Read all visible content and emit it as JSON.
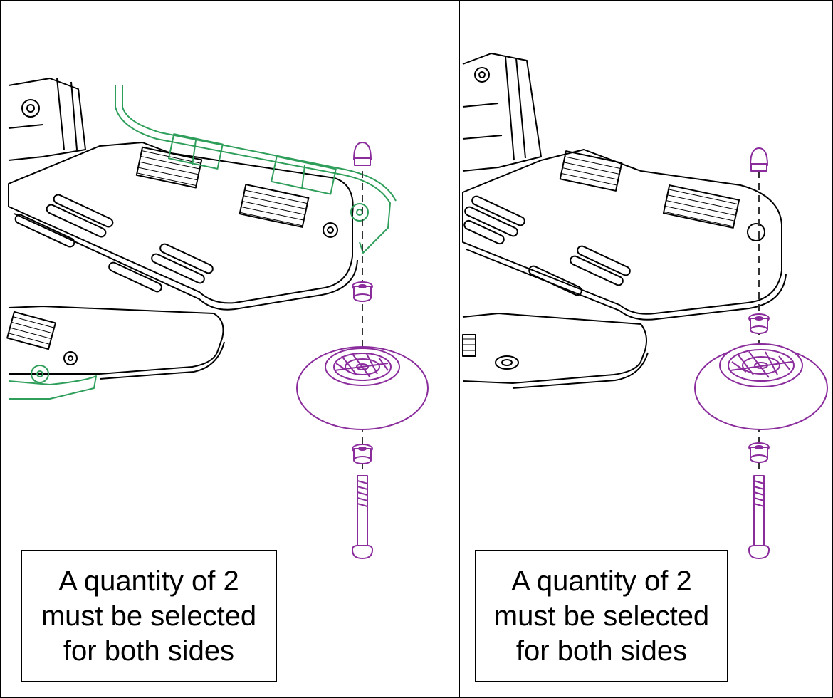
{
  "panels": [
    {
      "id": "left",
      "highlight": "green",
      "note_lines": [
        "A quantity of 2",
        "must be selected",
        "for both sides"
      ]
    },
    {
      "id": "right",
      "highlight": "none",
      "note_lines": [
        "A quantity of 2",
        "must be selected",
        "for both sides"
      ]
    }
  ],
  "colors": {
    "line": "#000000",
    "part_highlight": "#2e9e5a",
    "hardware": "#8a2c9c",
    "background": "#ffffff"
  },
  "hardware_parts": [
    "cap-nut",
    "washer-top",
    "caster-wheel",
    "washer-bottom",
    "bolt"
  ],
  "icons": [
    "footplate",
    "caster-wheel",
    "bolt",
    "cap-nut",
    "washer"
  ]
}
